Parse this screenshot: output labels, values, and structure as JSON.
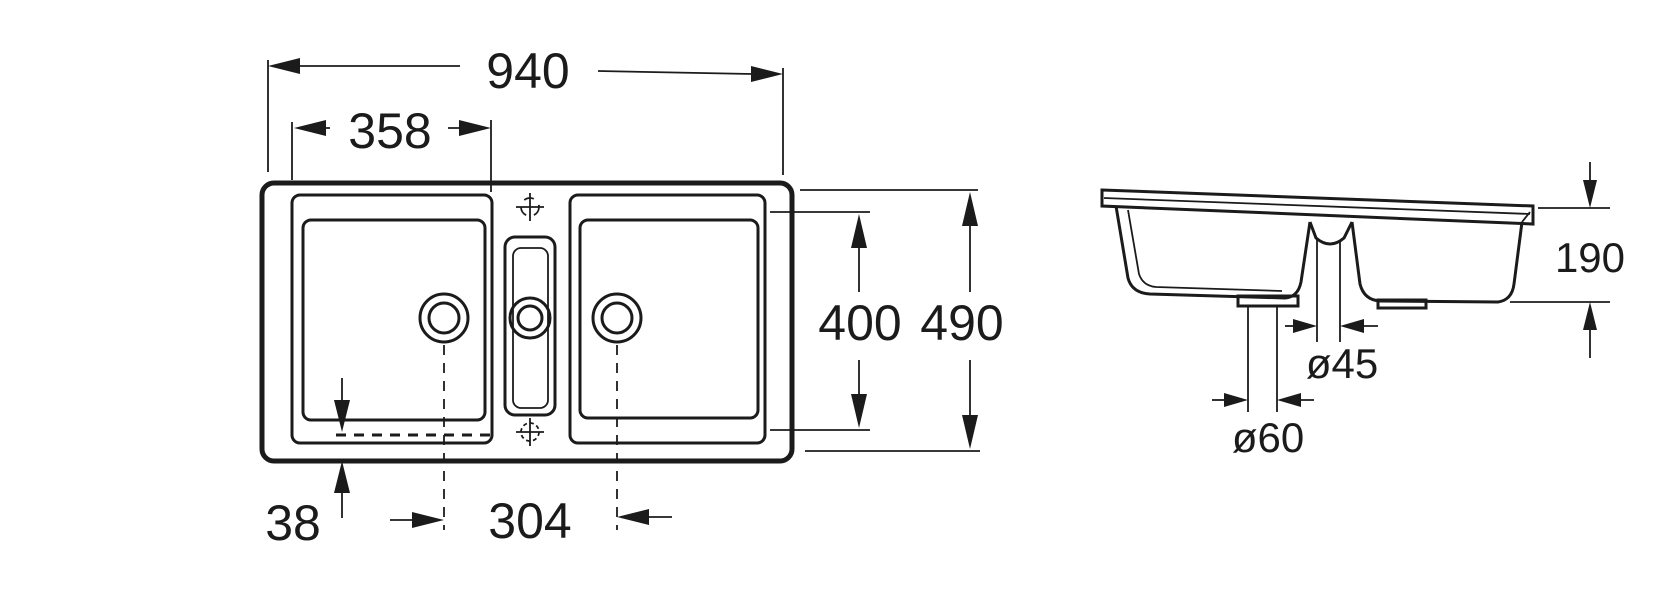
{
  "colors": {
    "ink": "#1b1b1b",
    "background": "#ffffff"
  },
  "top_view": {
    "overall_width": "940",
    "left_bowl_width": "358",
    "inner_depth": "400",
    "overall_depth": "490",
    "edge_offset": "38",
    "drain_spacing": "304"
  },
  "side_view": {
    "height": "190",
    "drain_outlet_diameter": "ø45",
    "waste_diameter": "ø60"
  }
}
